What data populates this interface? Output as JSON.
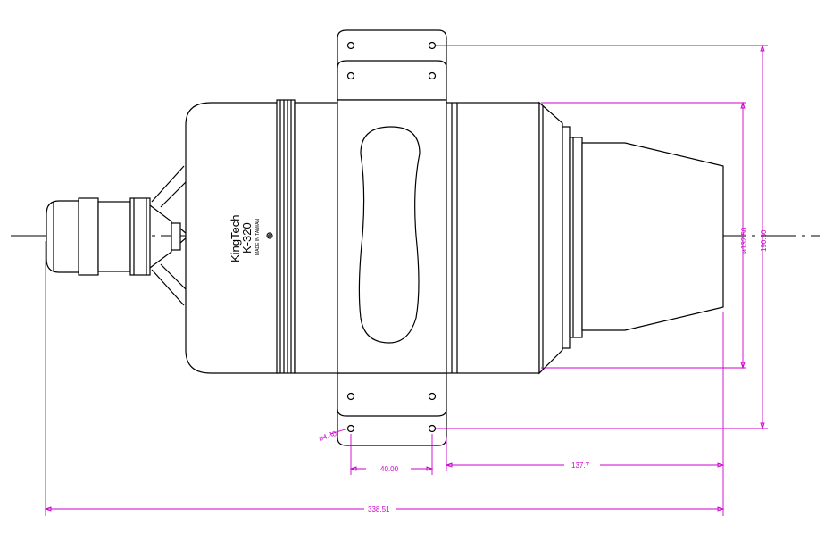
{
  "colors": {
    "outline": "#000000",
    "dimension": "#cc00cc",
    "background": "#ffffff"
  },
  "engine_label": {
    "brand": "KingTech",
    "model": "K-320",
    "origin": "MADE IN TAIWAN"
  },
  "dimensions": {
    "hole_diameter": "ø4.30",
    "hole_spacing": "40.00",
    "mount_to_exhaust": "137.7",
    "overall_length": "338.51",
    "exhaust_diameter": "ø132.50",
    "overall_height": "190.50"
  }
}
